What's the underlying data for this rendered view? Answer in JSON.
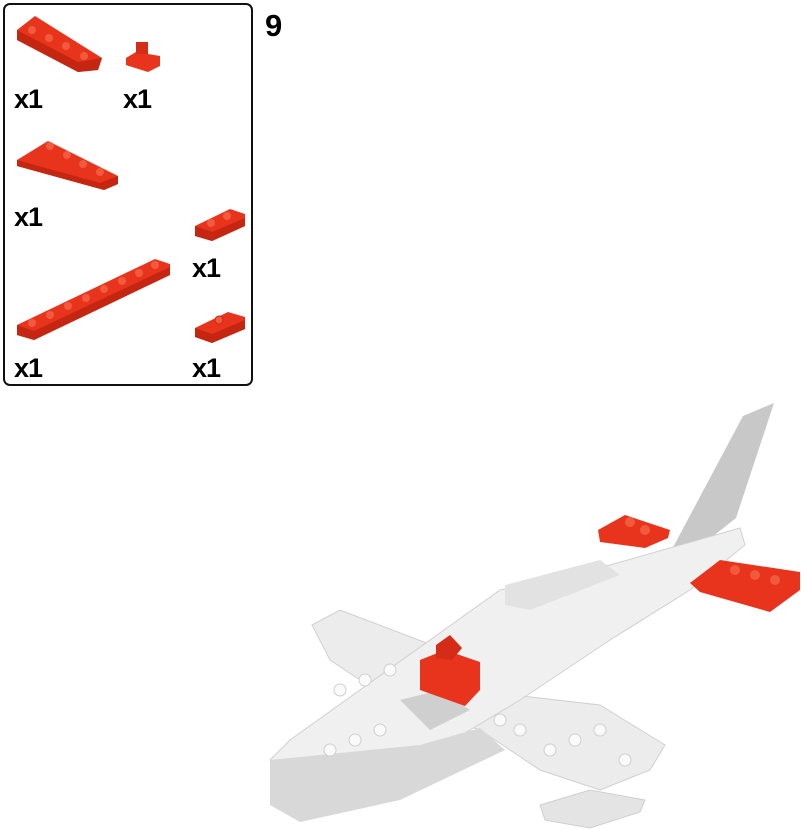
{
  "step": {
    "number": "9"
  },
  "parts_list": {
    "items": [
      {
        "part": "wedge-plate-2x4-right",
        "quantity": "x1"
      },
      {
        "part": "plate-1x1-with-clip",
        "quantity": "x1"
      },
      {
        "part": "wedge-plate-2x4-left",
        "quantity": "x1"
      },
      {
        "part": "plate-1x2",
        "quantity": "x1"
      },
      {
        "part": "plate-1x8",
        "quantity": "x1"
      },
      {
        "part": "jumper-plate-1x2",
        "quantity": "x1"
      }
    ]
  },
  "colors": {
    "part_red": "#e8341c",
    "model_white": "#ececec",
    "border": "#111111"
  }
}
